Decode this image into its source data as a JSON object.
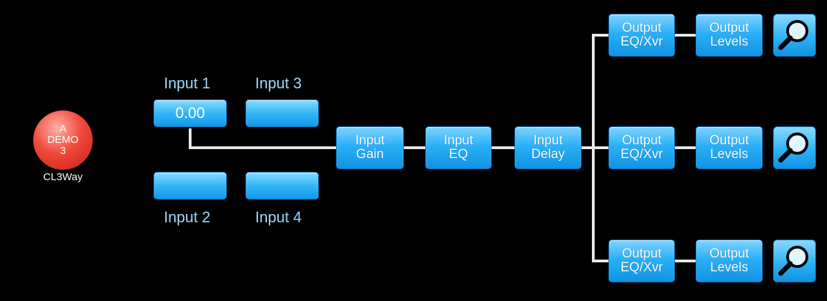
{
  "device": {
    "line1": "A",
    "line2": "DEMO",
    "line3": "3",
    "name": "CL3Way",
    "color": "#e8392c"
  },
  "inputs": {
    "input1": {
      "label": "Input 1",
      "value": "0.00"
    },
    "input2": {
      "label": "Input 2",
      "value": ""
    },
    "input3": {
      "label": "Input 3",
      "value": ""
    },
    "input4": {
      "label": "Input 4",
      "value": ""
    }
  },
  "chain": {
    "gain": [
      "Input",
      "Gain"
    ],
    "eq": [
      "Input",
      "EQ"
    ],
    "delay": [
      "Input",
      "Delay"
    ]
  },
  "outputs": [
    {
      "eq": [
        "Output",
        "EQ/Xvr"
      ],
      "levels": [
        "Output",
        "Levels"
      ],
      "meter_icon": "magnifier-icon"
    },
    {
      "eq": [
        "Output",
        "EQ/Xvr"
      ],
      "levels": [
        "Output",
        "Levels"
      ],
      "meter_icon": "magnifier-icon"
    },
    {
      "eq": [
        "Output",
        "EQ/Xvr"
      ],
      "levels": [
        "Output",
        "Levels"
      ],
      "meter_icon": "magnifier-icon"
    }
  ],
  "colors": {
    "background": "#000000",
    "block": "#1aa3ee",
    "wire": "#e8e8e8",
    "input_label": "#9fd8ff"
  }
}
